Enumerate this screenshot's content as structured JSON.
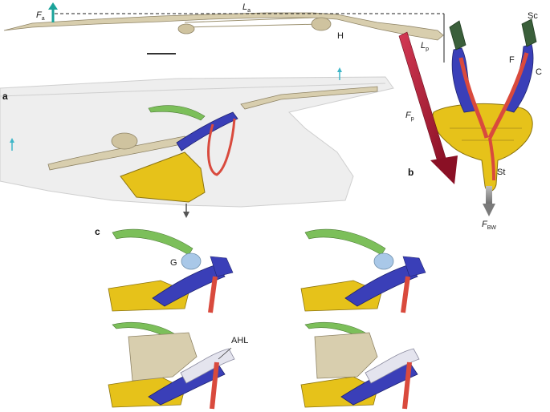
{
  "panels": {
    "a": "a",
    "b": "b",
    "c": "c"
  },
  "labels": {
    "fa_main": "F",
    "fa_sub": "a",
    "la_main": "L",
    "la_sub": "a",
    "humerus": "H",
    "lp_main": "L",
    "lp_sub": "p",
    "fp_main": "F",
    "fp_sub": "p",
    "scapula": "Sc",
    "furcula": "F",
    "coracoid": "C",
    "sternum": "St",
    "fbw_main": "F",
    "fbw_sub": "BW",
    "glenoid": "G",
    "ahl": "AHL"
  },
  "colors": {
    "bone": "#d8ceae",
    "coracoid": "#3a3fb8",
    "sternum": "#e6c21a",
    "muscle": "#d94a3d",
    "ligament": "#7cbf5a",
    "force_arrow": "#b01c35",
    "lift_arrow": "#1aa39a",
    "body_outline": "#cfcfcf"
  }
}
